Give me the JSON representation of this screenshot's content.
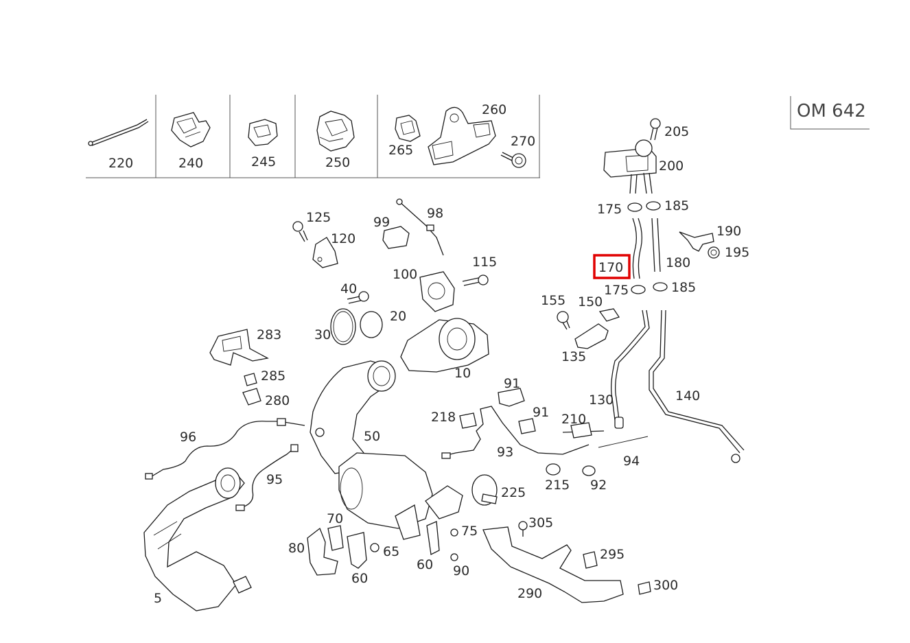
{
  "model_label": "OM 642",
  "highlight_color": "#e00000",
  "highlighted_part": "170",
  "inset_labels": [
    "220",
    "240",
    "245",
    "250",
    "265",
    "260",
    "270"
  ],
  "labels": [
    "205",
    "200",
    "175",
    "185",
    "190",
    "195",
    "170",
    "180",
    "175",
    "185",
    "125",
    "120",
    "99",
    "98",
    "100",
    "115",
    "40",
    "20",
    "30",
    "10",
    "283",
    "285",
    "280",
    "155",
    "150",
    "135",
    "130",
    "140",
    "91",
    "91",
    "218",
    "210",
    "93",
    "94",
    "215",
    "92",
    "96",
    "95",
    "50",
    "225",
    "70",
    "80",
    "65",
    "60",
    "60",
    "75",
    "90",
    "305",
    "295",
    "290",
    "300",
    "5"
  ]
}
